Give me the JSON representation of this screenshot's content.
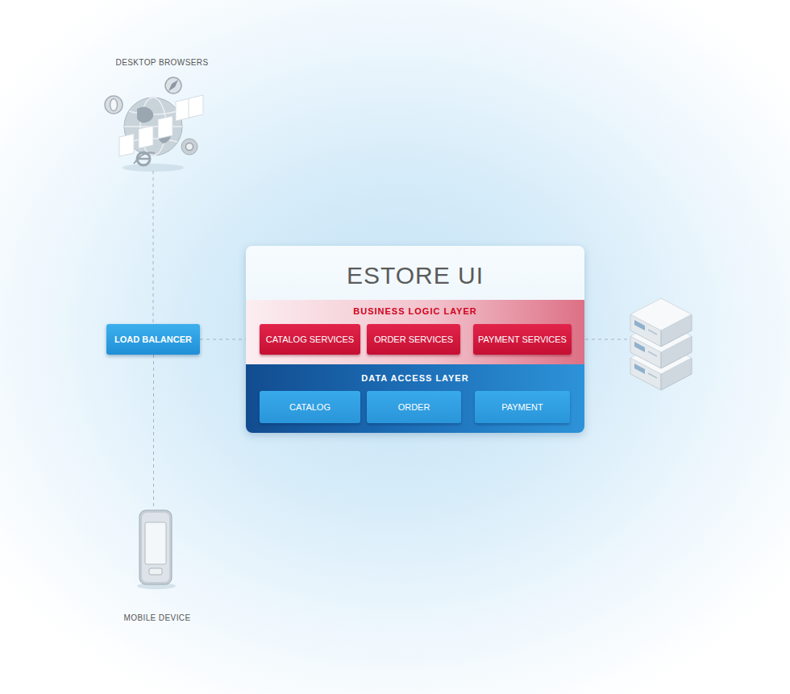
{
  "diagram": {
    "nodes": [
      {
        "text": [
          "DESKTOP BROWSERS"
        ]
      },
      {
        "text": [
          "LOAD BALANCER"
        ]
      },
      {
        "text": [
          "ESTORE UI"
        ]
      },
      {
        "text": [
          "BUSINESS LOGIC LAYER"
        ],
        "in": 2
      },
      {
        "text": [
          "CATALOG SERVICES"
        ],
        "in": 3
      },
      {
        "text": [
          "ORDER SERVICES"
        ],
        "in": 3
      },
      {
        "text": [
          "PAYMENT SERVICES"
        ],
        "in": 3
      },
      {
        "text": [
          "DATA ACCESS LAYER"
        ],
        "in": 2
      },
      {
        "text": [
          "CATALOG"
        ],
        "in": 7
      },
      {
        "text": [
          "ORDER"
        ],
        "in": 7
      },
      {
        "text": [
          "PAYMENT"
        ],
        "in": 7
      },
      {
        "text": [
          "MOBILE DEVICE"
        ]
      }
    ],
    "edges": [
      {
        "from": 0,
        "to": 1,
        "arrow": "none"
      },
      {
        "from": 1,
        "to": 11,
        "arrow": "none"
      },
      {
        "from": 1,
        "to": 3,
        "arrow": "none"
      }
    ]
  }
}
